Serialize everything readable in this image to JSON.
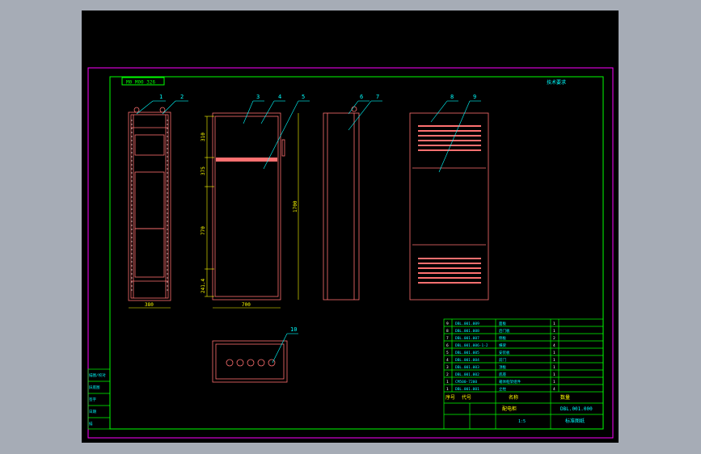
{
  "drawing": {
    "top_label": "M0 M00 326",
    "corner_note": "技术要求",
    "callouts": [
      "1",
      "2",
      "3",
      "4",
      "5",
      "6",
      "7",
      "8",
      "9",
      "10"
    ],
    "dims": {
      "front_width": "380",
      "door_width": "700",
      "total_height": "1700",
      "seg1": "310",
      "seg2": "375",
      "seg3": "770",
      "seg4": "241.4"
    }
  },
  "bom": {
    "rows": [
      {
        "no": "9",
        "code": "DBL.001.009",
        "name": "面板",
        "qty": "1"
      },
      {
        "no": "8",
        "code": "DBL.001.008",
        "name": "后门板",
        "qty": "1"
      },
      {
        "no": "7",
        "code": "DBL.001.007",
        "name": "侧板",
        "qty": "2"
      },
      {
        "no": "6",
        "code": "DBL.001.006-1-2",
        "name": "横梁",
        "qty": "4"
      },
      {
        "no": "5",
        "code": "DBL.001.005",
        "name": "安装板",
        "qty": "1"
      },
      {
        "no": "4",
        "code": "DBL.001.004",
        "name": "前门",
        "qty": "1"
      },
      {
        "no": "3",
        "code": "DBL.001.003",
        "name": "顶板",
        "qty": "1"
      },
      {
        "no": "2",
        "code": "DBL.001.002",
        "name": "底座",
        "qty": "1"
      },
      {
        "no": "1",
        "code": "CM500-7200",
        "name": "箱体框架组件",
        "qty": "1"
      },
      {
        "no": "1",
        "code": "DBL.001.001",
        "name": "立柱",
        "qty": "4"
      }
    ],
    "header": {
      "no": "序号",
      "code": "代号",
      "name": "名称",
      "qty": "数量"
    }
  },
  "title_block": {
    "part_name": "配电柜",
    "drawing_no": "DBL.001.000",
    "scale_label": "1:5",
    "company": "标准图纸"
  },
  "left_strip": [
    "描图/校对",
    "旧底图",
    "签字",
    "日期",
    "描"
  ],
  "colors": {
    "frame": "#ff00ff",
    "border": "#00ff00",
    "part": "#ff7070",
    "callout": "#00ffff",
    "dim": "#ffff00",
    "table": "#00ff00"
  }
}
